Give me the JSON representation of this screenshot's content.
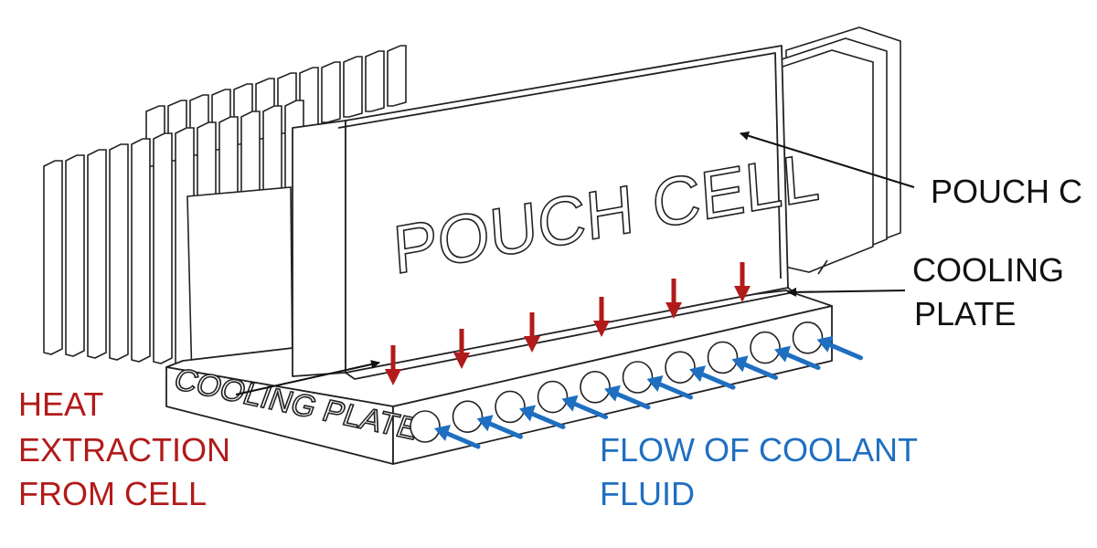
{
  "diagram": {
    "cell_face_text": "POUCH CELL",
    "plate_face_text": "COOLING PLATE",
    "labels": {
      "pouch_cell": "POUCH C",
      "cooling_plate_line1": "COOLING",
      "cooling_plate_line2": "PLATE",
      "heat_line1": "HEAT",
      "heat_line2": "EXTRACTION",
      "heat_line3": "FROM CELL",
      "flow_line1": "FLOW OF COOLANT",
      "flow_line2": "FLUID"
    },
    "colors": {
      "heat": "#b21a1a",
      "coolant": "#1f6fc1",
      "outline": "#222222",
      "label": "#111111"
    }
  }
}
